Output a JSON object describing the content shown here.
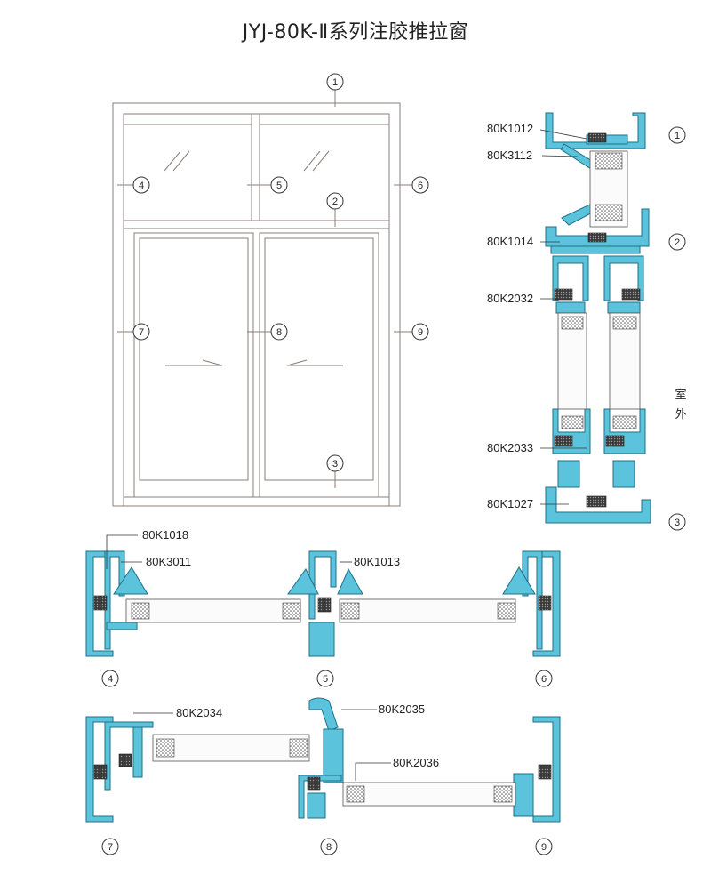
{
  "title": "JYJ-80K-Ⅱ系列注胶推拉窗",
  "callouts": {
    "c1": "1",
    "c2": "2",
    "c3": "3",
    "c4": "4",
    "c5": "5",
    "c6": "6",
    "c7": "7",
    "c8": "8",
    "c9": "9"
  },
  "vertical_section": {
    "labels": [
      "80K1012",
      "80K3112",
      "80K1014",
      "80K2032",
      "80K2033",
      "80K1027"
    ],
    "side_label": [
      "室",
      "外"
    ]
  },
  "horizontal_section_top": {
    "labels": [
      "80K1018",
      "80K3011",
      "80K1013"
    ]
  },
  "horizontal_section_bottom": {
    "labels": [
      "80K2034",
      "80K2035",
      "80K2036"
    ]
  },
  "colors": {
    "profile": "#5bc4dc",
    "profile_stroke": "#1d6f86",
    "frame_line": "#8a7f78",
    "gasket": "#5a5a5a"
  }
}
